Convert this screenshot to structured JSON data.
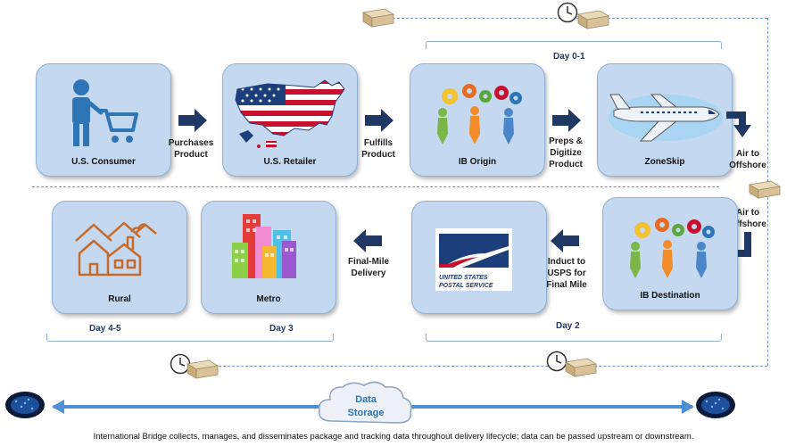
{
  "nodes": {
    "consumer": "U.S. Consumer",
    "retailer": "U.S. Retailer",
    "ib_origin": "IB Origin",
    "zoneskip": "ZoneSkip",
    "ib_destination": "IB Destination",
    "usps": "",
    "metro": "Metro",
    "rural": "Rural"
  },
  "steps": {
    "purchases": [
      "Purchases",
      "Product"
    ],
    "fulfills": [
      "Fulfills",
      "Product"
    ],
    "preps": [
      "Preps &",
      "Digitize",
      "Product"
    ],
    "air_offshore_1": [
      "Air to",
      "Offshore"
    ],
    "air_offshore_2": [
      "Air to",
      "Offshore"
    ],
    "induct": [
      "Induct to",
      "USPS for",
      "Final Mile"
    ],
    "final_mile": [
      "Final-Mile",
      "Delivery"
    ]
  },
  "days": {
    "d01": "Day 0-1",
    "d2": "Day 2",
    "d3": "Day 3",
    "d45": "Day 4-5"
  },
  "usps_logo": [
    "UNITED STATES",
    "POSTAL SERVICE"
  ],
  "cloud": [
    "Data",
    "Storage"
  ],
  "footer": "International Bridge collects, manages, and disseminates package and tracking data throughout delivery lifecycle; data can be passed upstream or downstream.",
  "colors": {
    "box_fill": "#c4d9f0",
    "arrow_dark": "#1f3864",
    "accent_blue": "#2e75b6",
    "package": "#d9c29a"
  }
}
